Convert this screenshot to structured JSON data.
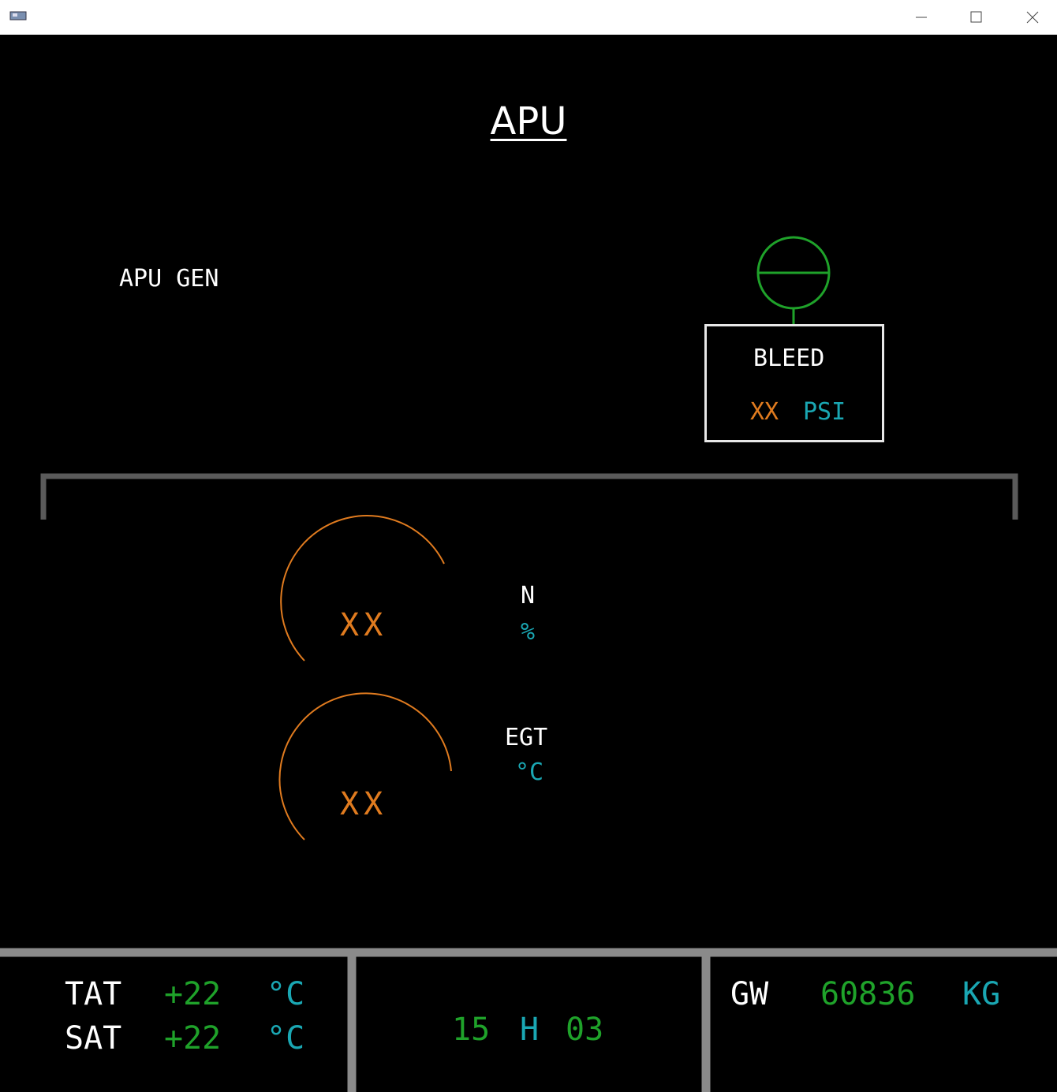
{
  "window": {
    "icons": {
      "app": "app-icon",
      "minimize": "minimize-icon",
      "maximize": "maximize-icon",
      "close": "close-icon"
    }
  },
  "page": {
    "title": "APU"
  },
  "apu_gen": {
    "label": "APU GEN"
  },
  "bleed": {
    "label": "BLEED",
    "value": "XX",
    "unit": "PSI"
  },
  "gauges": {
    "n": {
      "value": "XX",
      "label": "N",
      "unit": "%"
    },
    "egt": {
      "value": "XX",
      "label": "EGT",
      "unit": "°C"
    }
  },
  "status_bar": {
    "tat": {
      "label": "TAT",
      "value": "+22",
      "unit": "°C"
    },
    "sat": {
      "label": "SAT",
      "value": "+22",
      "unit": "°C"
    },
    "clock": {
      "hours": "15",
      "separator": "H",
      "minutes": "03"
    },
    "gw": {
      "label": "GW",
      "value": "60836",
      "unit": "KG"
    }
  },
  "colors": {
    "white": "#ffffff",
    "green": "#1fa22a",
    "cyan": "#1aa7b3",
    "amber": "#e07b1f",
    "grey": "#8a8a8a",
    "background": "#000000"
  }
}
